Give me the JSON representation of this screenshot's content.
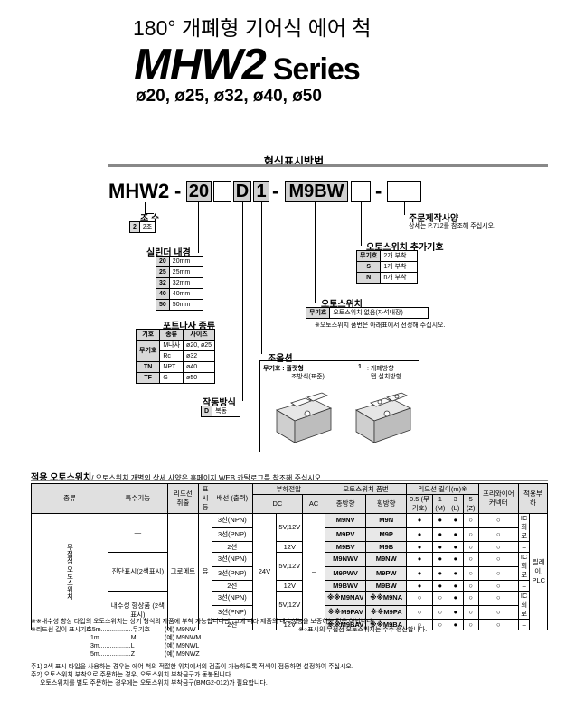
{
  "header": {
    "subtitle": "180° 개폐형 기어식 에어 척",
    "title": "MHW2",
    "series": "Series",
    "sizes": "ø20, ø25, ø32, ø40, ø50"
  },
  "section_title": "형식표시방법",
  "model": {
    "prefix": "MHW2",
    "dash1": "-",
    "bore": "20",
    "thread_blank": "",
    "dual": "D",
    "one": "1",
    "dash2": "-",
    "switch": "M9BW",
    "qty_blank": "",
    "dash3": "-",
    "made_blank": ""
  },
  "ann": {
    "jaws_title": "조 수",
    "jaws_rows": [
      {
        "k": "2",
        "v": "2조"
      }
    ],
    "bore_title": "실린더 내경",
    "bore_rows": [
      {
        "k": "20",
        "v": "20mm"
      },
      {
        "k": "25",
        "v": "25mm"
      },
      {
        "k": "32",
        "v": "32mm"
      },
      {
        "k": "40",
        "v": "40mm"
      },
      {
        "k": "50",
        "v": "50mm"
      }
    ],
    "port_title": "포트나사 종류",
    "port_head": [
      "기호",
      "종류",
      "사이즈"
    ],
    "port_nil": "무기호",
    "port_rows": [
      {
        "k": "",
        "t": "M나사",
        "s": "ø20, ø25"
      },
      {
        "k": "",
        "t": "Rc",
        "s": "ø32"
      },
      {
        "k": "TN",
        "t": "NPT",
        "s": "ø40"
      },
      {
        "k": "TF",
        "t": "G",
        "s": "ø50"
      }
    ],
    "act_title": "작동방식",
    "act_rows": [
      {
        "k": "D",
        "v": "복동"
      }
    ],
    "lever_title": "조옵션",
    "lever_a": "무기호 : 플랫형",
    "lever_a2": "조방식(표준)",
    "lever_b": "1",
    "lever_b2": ": 개폐방향",
    "lever_b3": "탭 설치방향",
    "switch_title": "오토스위치",
    "switch_rows": [
      {
        "k": "무기호",
        "v": "오토스위치 없음(자석내장)"
      }
    ],
    "switch_note": "※오토스위치 품번은 아래표에서 선정해 주십시오.",
    "qty_title": "오토스위치 추가기호",
    "qty_head": "무기호",
    "qty_rows": [
      {
        "k": "무기호",
        "v": "2개 부착"
      },
      {
        "k": "S",
        "v": "1개 부착"
      },
      {
        "k": "N",
        "v": "n개 부착"
      }
    ],
    "made_title": "주문제작사양",
    "made_note": "상세는 P.712를 참조해 주십시오."
  },
  "table": {
    "title": "적용 오토스위치",
    "title_note": "/ 오토스위치 개별의 상세 사양은 홈페이지 WEB 카탈로그를 참조해 주십시오.",
    "h_type": "종류",
    "h_func": "특수기능",
    "h_lead": "리드선 취출",
    "h_ind": "표시등",
    "h_wire": "배선 (출력)",
    "h_volt": "부하전압",
    "h_dc": "DC",
    "h_ac": "AC",
    "h_model": "오토스위치 품번",
    "h_vert": "종방향",
    "h_horz": "횡방향",
    "h_len": "리드선 길이(m)※",
    "h_l05": "0.5 (무기호)",
    "h_l1": "1 (M)",
    "h_l3": "3 (L)",
    "h_l5": "5 (Z)",
    "h_pre": "프리와이어 커넥터",
    "h_load": "적용부하",
    "type_label": "무접점 오토스위치",
    "lead": "그로메트",
    "ind": "유",
    "v24": "24V",
    "ac_dash": "–",
    "func1": "—",
    "func2": "진단표시(2색표시)",
    "func3": "내수성 향상품 (2색표시)",
    "ic": "IC회로",
    "relay": "릴레이, PLC",
    "rows": [
      {
        "wire": "3선(NPN)",
        "dc": "5V,12V",
        "v": "M9NV",
        "h": "M9N",
        "l05": "●",
        "l1": "●",
        "l3": "●",
        "l5": "○",
        "pre": "○"
      },
      {
        "wire": "3선(PNP)",
        "dc": "",
        "v": "M9PV",
        "h": "M9P",
        "l05": "●",
        "l1": "●",
        "l3": "●",
        "l5": "○",
        "pre": "○"
      },
      {
        "wire": "2선",
        "dc": "12V",
        "v": "M9BV",
        "h": "M9B",
        "l05": "●",
        "l1": "●",
        "l3": "●",
        "l5": "○",
        "pre": "○"
      },
      {
        "wire": "3선(NPN)",
        "dc": "5V,12V",
        "v": "M9NWV",
        "h": "M9NW",
        "l05": "●",
        "l1": "●",
        "l3": "●",
        "l5": "○",
        "pre": "○"
      },
      {
        "wire": "3선(PNP)",
        "dc": "",
        "v": "M9PWV",
        "h": "M9PW",
        "l05": "●",
        "l1": "●",
        "l3": "●",
        "l5": "○",
        "pre": "○"
      },
      {
        "wire": "2선",
        "dc": "12V",
        "v": "M9BWV",
        "h": "M9BW",
        "l05": "●",
        "l1": "●",
        "l3": "●",
        "l5": "○",
        "pre": "○"
      },
      {
        "wire": "3선(NPN)",
        "dc": "5V,12V",
        "v": "※※M9NAV",
        "h": "※※M9NA",
        "l05": "○",
        "l1": "○",
        "l3": "●",
        "l5": "○",
        "pre": "○"
      },
      {
        "wire": "3선(PNP)",
        "dc": "",
        "v": "※※M9PAV",
        "h": "※※M9PA",
        "l05": "○",
        "l1": "○",
        "l3": "●",
        "l5": "○",
        "pre": "○"
      },
      {
        "wire": "2선",
        "dc": "12V",
        "v": "※※M9BAV",
        "h": "※※M9BA",
        "l05": "○",
        "l1": "○",
        "l3": "●",
        "l5": "○",
        "pre": "○"
      }
    ],
    "load_dash": "–"
  },
  "notes": {
    "n1": "※※내수성 향상 타입의 오토스위치는 상기 형식의 제품에 부착 가능합니다만, 그에 따라 제품의 내수성능을 보증하는 것은 아닙니다.",
    "n2a": "※리드선 길이 표시기호",
    "n2b": "0.5m..................무기호",
    "n2c": "(예) M9NW",
    "n2d": "※○표시의 무접점 오토스위치는 수주 생산합니다.",
    "n3a": "1m..................M",
    "n3b": "(예) M9NWM",
    "n4a": "3m..................L",
    "n4b": "(예) M9NWL",
    "n5a": "5m..................Z",
    "n5b": "(예) M9NWZ",
    "f1": "주1) 2색 표시 타입을 사용하는 경우는 에어 척의 적절한 위치에서의 검출이 가능하도록 적색이 점등하면 설정하여 주십시오.",
    "f2": "주2) 오토스위치 부착으로 주문하는 경우, 오토스위치 부착금구가 동봉됩니다.",
    "f3": "오토스위치를 별도 주문하는 경우에는 오토스위치 부착금구(BMG2-012)가 필요합니다."
  }
}
